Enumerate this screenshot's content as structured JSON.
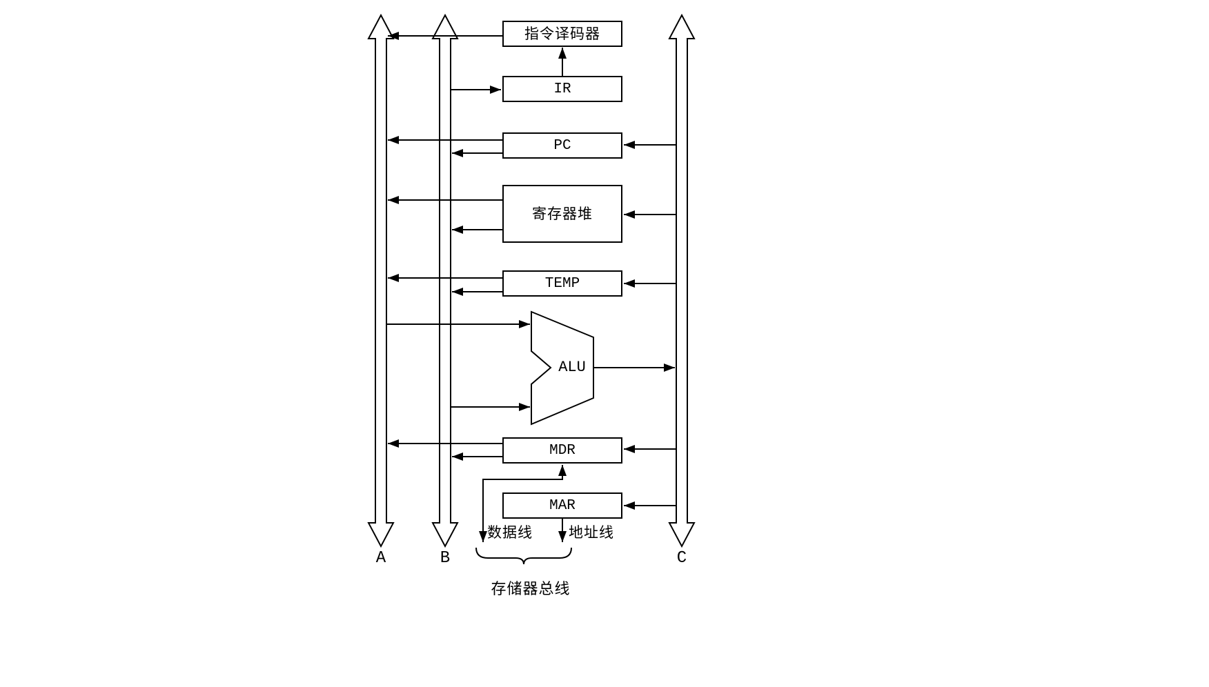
{
  "diagram": {
    "title_hidden": "",
    "buses": [
      {
        "id": "A",
        "label": "A"
      },
      {
        "id": "B",
        "label": "B"
      },
      {
        "id": "C",
        "label": "C"
      }
    ],
    "blocks": {
      "decoder": "指令译码器",
      "ir": "IR",
      "pc": "PC",
      "regfile": "寄存器堆",
      "temp": "TEMP",
      "alu": "ALU",
      "mdr": "MDR",
      "mar": "MAR"
    },
    "annotations": {
      "data_line": "数据线",
      "address_line": "地址线",
      "memory_bus": "存储器总线"
    }
  }
}
